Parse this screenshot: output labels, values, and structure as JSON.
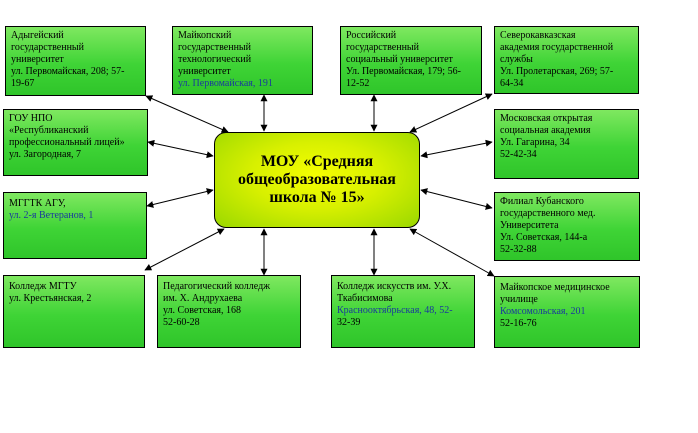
{
  "center": {
    "lines": [
      "МОУ «Средняя",
      "общеобразовательная",
      "школа № 15»"
    ]
  },
  "boxes": {
    "adygei_univ": [
      "Адыгейский",
      "государственный",
      "университет",
      "ул. Первомайская, 208; 57-",
      "19-67"
    ],
    "maikop_tech": [
      "Майкопский",
      "государственный",
      "технологический",
      "университет",
      "ул. Первомайская, 191"
    ],
    "russ_social": [
      "Российский",
      "государственный",
      "социальный университет",
      "Ул. Первомайская, 179; 56-",
      "12-52"
    ],
    "nc_academy": [
      "Северокавказская",
      "академия государственной",
      "службы",
      "Ул. Пролетарская, 269; 57-",
      "64-34"
    ],
    "gou_npo": [
      "ГОУ НПО",
      "«Республиканский",
      "профессиональный лицей»",
      "ул. Загородная, 7"
    ],
    "moscow_open": [
      "Московская открытая",
      "социальная академия",
      "Ул. Гагарина, 34",
      "52-42-34"
    ],
    "mggtk": [
      "МГГТК АГУ,",
      "ул. 2-я Ветеранов, 1"
    ],
    "kuban_med": [
      "Филиал Кубанского",
      "государственного мед.",
      "Университета",
      "Ул. Советская, 144-а",
      "52-32-88"
    ],
    "college_mgtu": [
      "Колледж МГТУ",
      "ул. Крестьянская, 2"
    ],
    "ped_college": [
      "Педагогический колледж",
      "им. Х. Андрухаева",
      "ул. Советская, 168",
      "52-60-28"
    ],
    "arts_college": [
      "Колледж искусств им. У.Х.",
      "Ткабисимова",
      "Краснооктябрьская, 48, 52-",
      "32-39"
    ],
    "med_school": [
      "Майкопское медицинское",
      "училище",
      "Комсомольская, 201",
      "52-16-76"
    ]
  },
  "colors": {
    "box_fill": "#3fd436",
    "center_fill": "#d8f000",
    "blue_text": "#1a3a9c"
  }
}
